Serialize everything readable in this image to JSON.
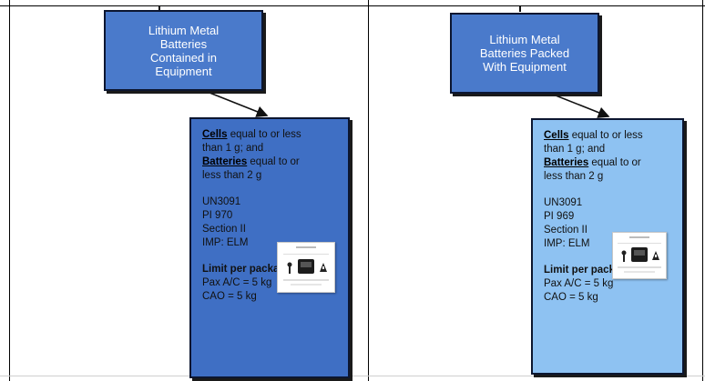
{
  "diagram": {
    "left": {
      "title": "Lithium Metal\nBatteries\nContained in\nEquipment",
      "cells_word": "Cells",
      "cells_rest": " equal to or less",
      "line2": "than 1 g; and",
      "batteries_word": "Batteries",
      "batteries_rest": " equal to or",
      "line4": "less than 2 g",
      "un": "UN3091",
      "pi": "PI 970",
      "section": "Section II",
      "imp": "IMP: ELM",
      "limit_title": "Limit per package:",
      "pax": "Pax A/C = 5 kg",
      "cao": "CAO = 5 kg",
      "colors": {
        "title_fill": "#4a7acb",
        "box_fill": "#3f6fc4"
      }
    },
    "right": {
      "title": "Lithium Metal\nBatteries Packed\nWith Equipment",
      "cells_word": "Cells",
      "cells_rest": " equal to or less",
      "line2": "than 1 g; and",
      "batteries_word": "Batteries",
      "batteries_rest": " equal to or",
      "line4": "less than 2 g",
      "un": "UN3091",
      "pi": "PI 969",
      "section": "Section II",
      "imp": "IMP: ELM",
      "limit_title": "Limit per package:",
      "pax": "Pax A/C = 5 kg",
      "cao": "CAO = 5 kg",
      "colors": {
        "title_fill": "#4a7acb",
        "box_fill": "#8ec2f2"
      }
    }
  }
}
